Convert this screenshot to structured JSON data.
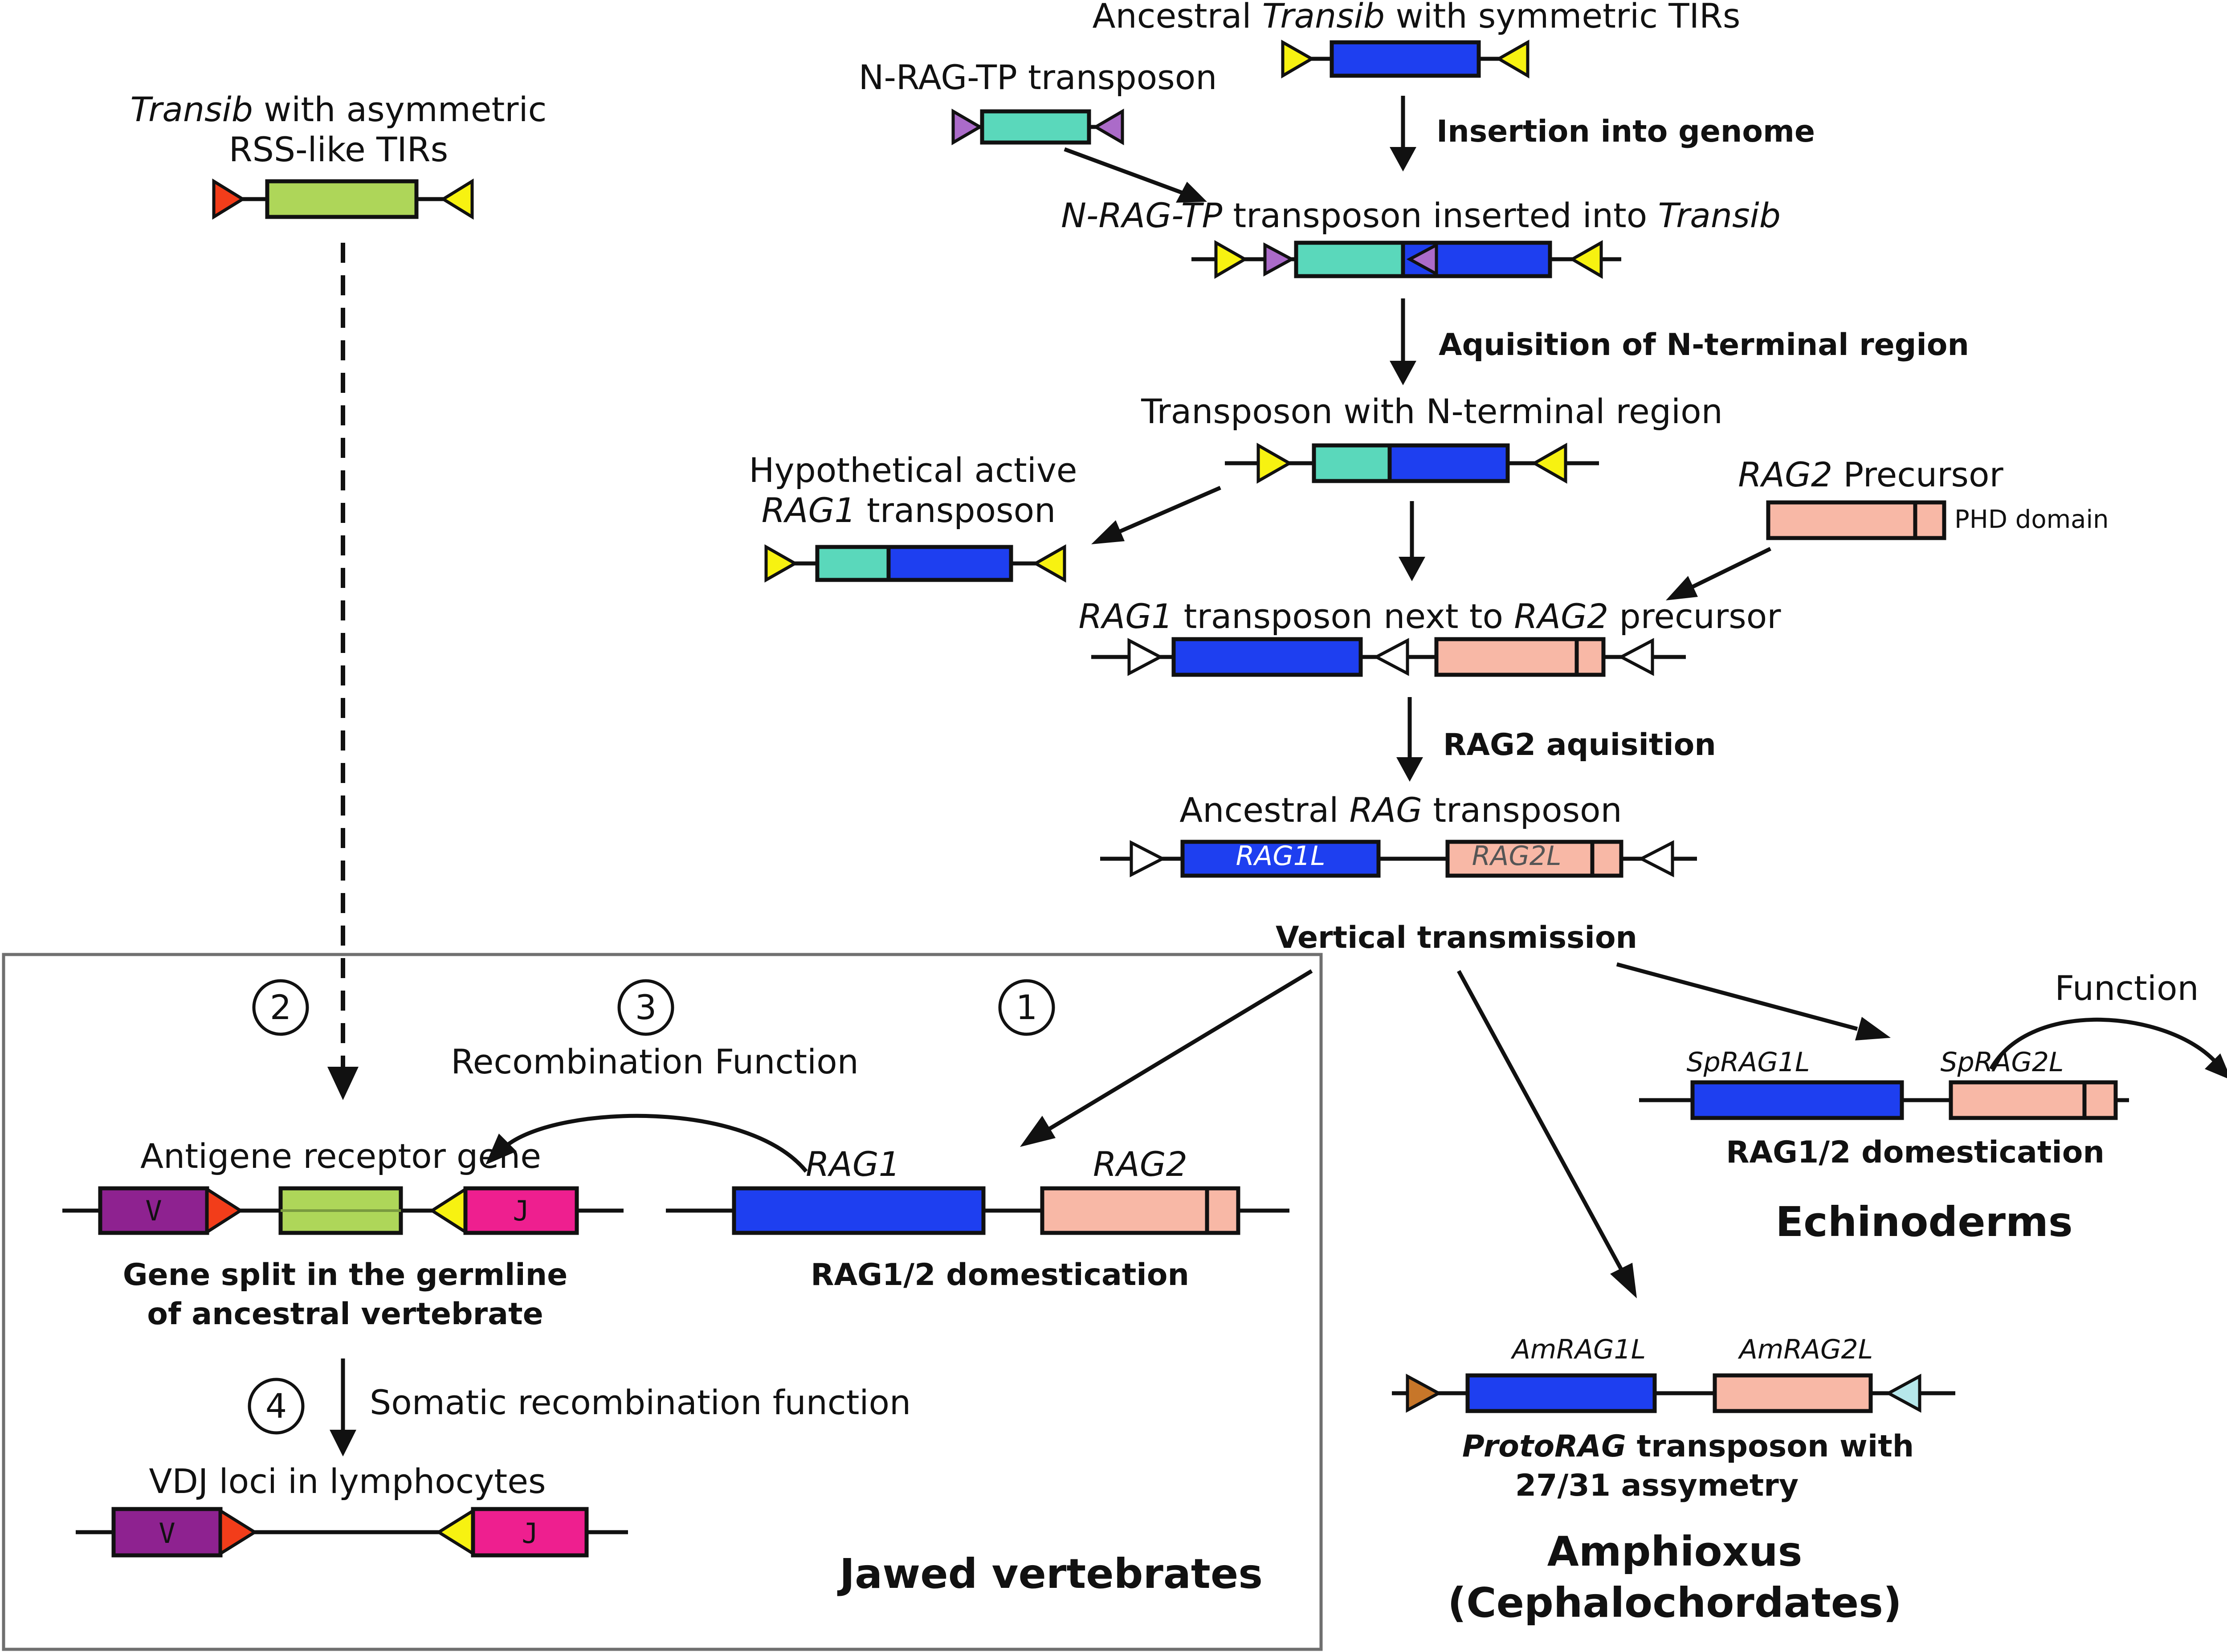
{
  "colors": {
    "rag1_blue": "#1e3ff0",
    "nterm_teal": "#5ad8bb",
    "rag2_pink": "#f8b8a6",
    "transib_green": "#aed659",
    "v_purple": "#8e2290",
    "j_magenta": "#ee1f8f",
    "tir_yellow": "#f7f211",
    "tir_red": "#f23d1a",
    "tir_violet": "#ab6bc9",
    "tir_brown": "#c77629",
    "tir_lightblue": "#b6e7ea",
    "tir_open": "#ffffff"
  },
  "left_top": {
    "title_italic": "Transib",
    "title_rest": " with asymmetric",
    "title_line2": "RSS-like TIRs"
  },
  "top": {
    "ancestral_prefix": "Ancestral ",
    "ancestral_italic": "Transib",
    "ancestral_suffix": " with symmetric TIRs",
    "nrag_label": "N-RAG-TP transposon",
    "step_insertion": "Insertion into genome",
    "inserted_italic1": "N-RAG-TP",
    "inserted_mid": " transposon inserted into ",
    "inserted_italic2": "Transib",
    "step_nterm": "Aquisition of N-terminal region",
    "nterm_label": "Transposon with N-terminal region",
    "hyp_line1": "Hypothetical active",
    "hyp_italic": "RAG1",
    "hyp_rest": " transposon",
    "rag2_prec_italic": "RAG2",
    "rag2_prec_rest": " Precursor",
    "phd": "PHD domain",
    "next_italic1": "RAG1",
    "next_mid": " transposon next to ",
    "next_italic2": "RAG2",
    "next_rest": " precursor",
    "step_rag2": "RAG2 aquisition",
    "anc_rag_prefix": "Ancestral ",
    "anc_rag_italic": "RAG",
    "anc_rag_rest": " transposon",
    "rag1l": "RAG1L",
    "rag2l": "RAG2L",
    "vertical": "Vertical transmission"
  },
  "echinoderms": {
    "function": "Function",
    "question": "?",
    "sp_rag1l": "SpRAG1L",
    "sp_rag2l": "SpRAG2L",
    "domestication": "RAG1/2 domestication",
    "group": "Echinoderms"
  },
  "amphioxus": {
    "am_rag1l": "AmRAG1L",
    "am_rag2l": "AmRAG2L",
    "proto_italic": "ProtoRAG",
    "proto_rest": " transposon with",
    "asym": "27/31 assymetry",
    "group_line1": "Amphioxus",
    "group_line2": "(Cephalochordates)"
  },
  "jawed": {
    "num1": "1",
    "num2": "2",
    "num3": "3",
    "num4": "4",
    "recomb_fn": "Recombination Function",
    "antigen": "Antigene receptor gene",
    "v": "V",
    "j": "J",
    "split_line1": "Gene split in the germline",
    "split_line2": "of ancestral vertebrate",
    "rag1": "RAG1",
    "rag2": "RAG2",
    "domestication": "RAG1/2 domestication",
    "somatic": "Somatic recombination function",
    "vdj": "VDJ loci in lymphocytes",
    "group": "Jawed vertebrates"
  }
}
